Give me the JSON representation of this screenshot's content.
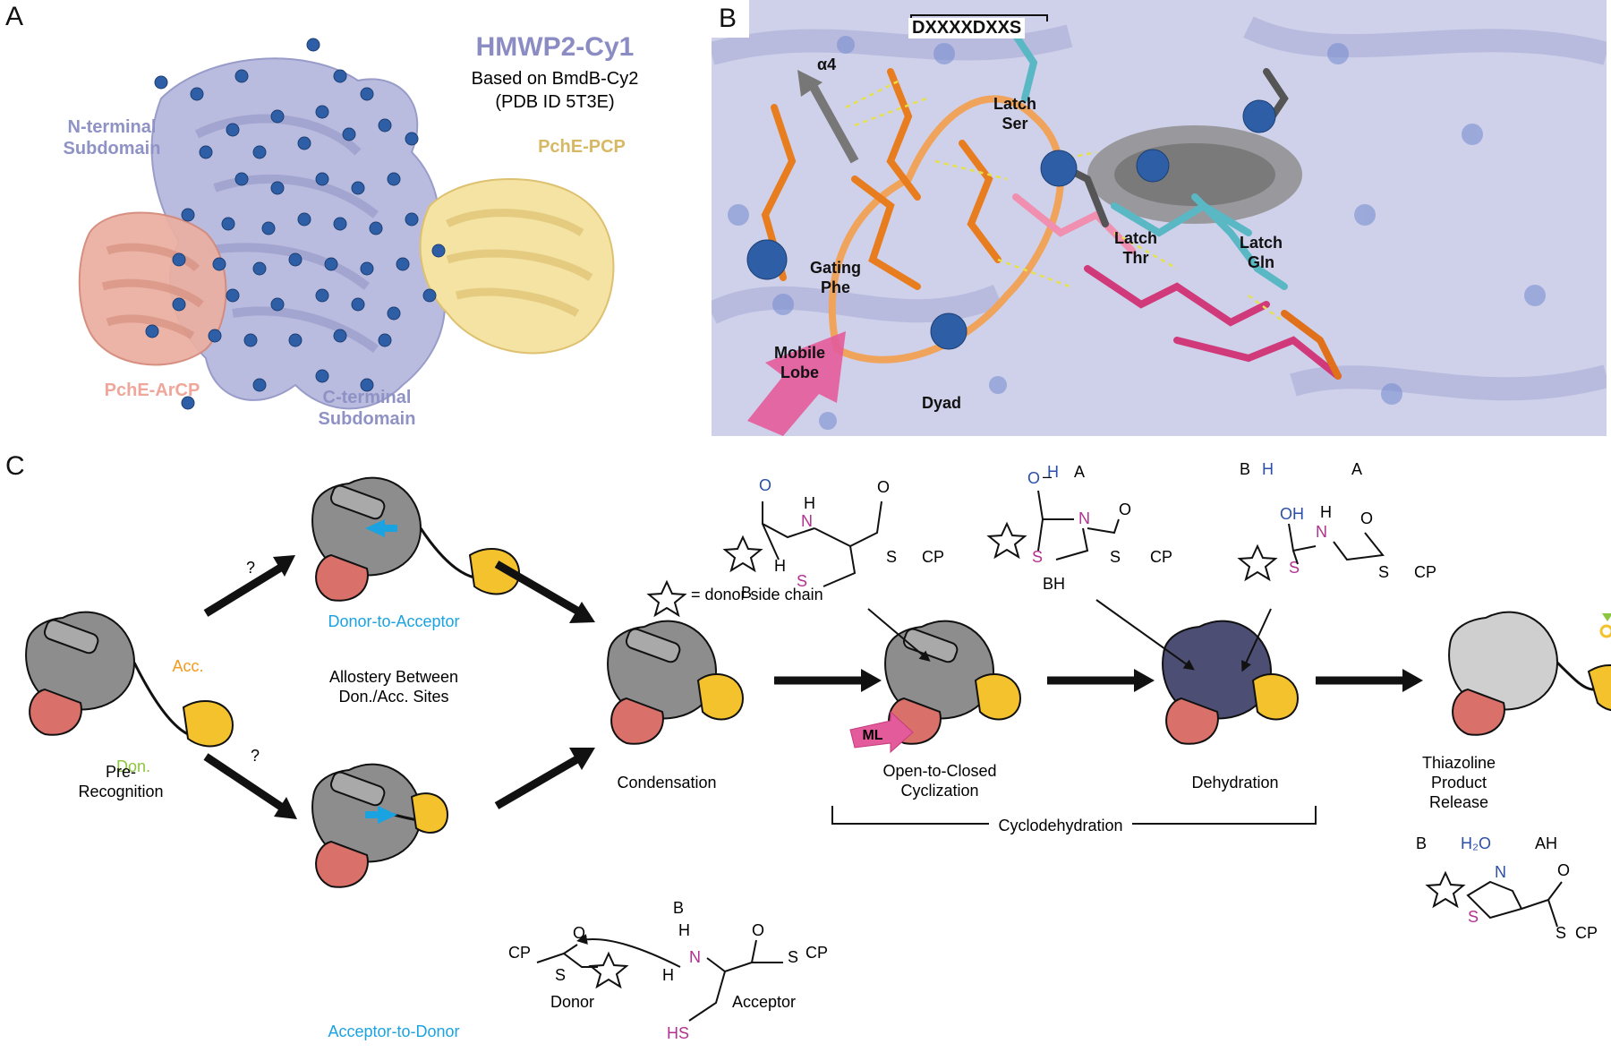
{
  "panels": {
    "a": "A",
    "b": "B",
    "c": "C"
  },
  "panel_a": {
    "title": "HMWP2-Cy1",
    "subtitle_1": "Based on BmdB-Cy2",
    "subtitle_2": "(PDB ID 5T3E)",
    "n_term_1": "N-terminal",
    "n_term_2": "Subdomain",
    "pcp": "PchE-PCP",
    "arcp": "PchE-ArCP",
    "c_term_1": "C-terminal",
    "c_term_2": "Subdomain",
    "colors": {
      "protein": "#a9acd8",
      "arcp": "#e8a798",
      "pcp": "#f2de8c",
      "sphere": "#2e5fa6",
      "title": "#8b8cc4"
    }
  },
  "panel_b": {
    "motif": "DXXXXDXXS",
    "alpha4": "α4",
    "latch_ser_1": "Latch",
    "latch_ser_2": "Ser",
    "latch_thr_1": "Latch",
    "latch_thr_2": "Thr",
    "latch_gln_1": "Latch",
    "latch_gln_2": "Gln",
    "gating_1": "Gating",
    "gating_2": "Phe",
    "mobile_1": "Mobile",
    "mobile_2": "Lobe",
    "dyad": "Dyad"
  },
  "panel_c": {
    "q_top": "?",
    "q_bottom": "?",
    "donor_to_acceptor": "Donor-to-Acceptor",
    "acceptor_to_donor": "Acceptor-to-Donor",
    "allostery_1": "Allostery Between",
    "allostery_2": "Don./Acc. Sites",
    "acc": "Acc.",
    "don": "Don.",
    "pre_1": "Pre-",
    "pre_2": "Recognition",
    "condensation": "Condensation",
    "open_1": "Open-to-Closed",
    "open_2": "Cyclization",
    "dehydration": "Dehydration",
    "thiazoline_1": "Thiazoline",
    "thiazoline_2": "Product",
    "thiazoline_3": "Release",
    "cyclodehydration": "Cyclodehydration",
    "ml": "ML",
    "star_legend": "= donor side chain",
    "chem": {
      "o": "O",
      "h": "H",
      "n": "N",
      "s": "S",
      "cp": "CP",
      "oh": "OH",
      "b": "B",
      "a": "A",
      "bh": "BH",
      "ah": "AH",
      "h2o": "H₂O",
      "donor": "Donor",
      "acceptor": "Acceptor",
      "hs": "HS",
      "o_minus": "O",
      "minus": "–"
    },
    "colors": {
      "blue_text": "#1aa3e0",
      "orange": "#f29a1e",
      "green": "#8cc63f",
      "pink": "#e0509b",
      "chem_blue": "#2b4fa8",
      "chem_purple": "#b3318f"
    }
  }
}
